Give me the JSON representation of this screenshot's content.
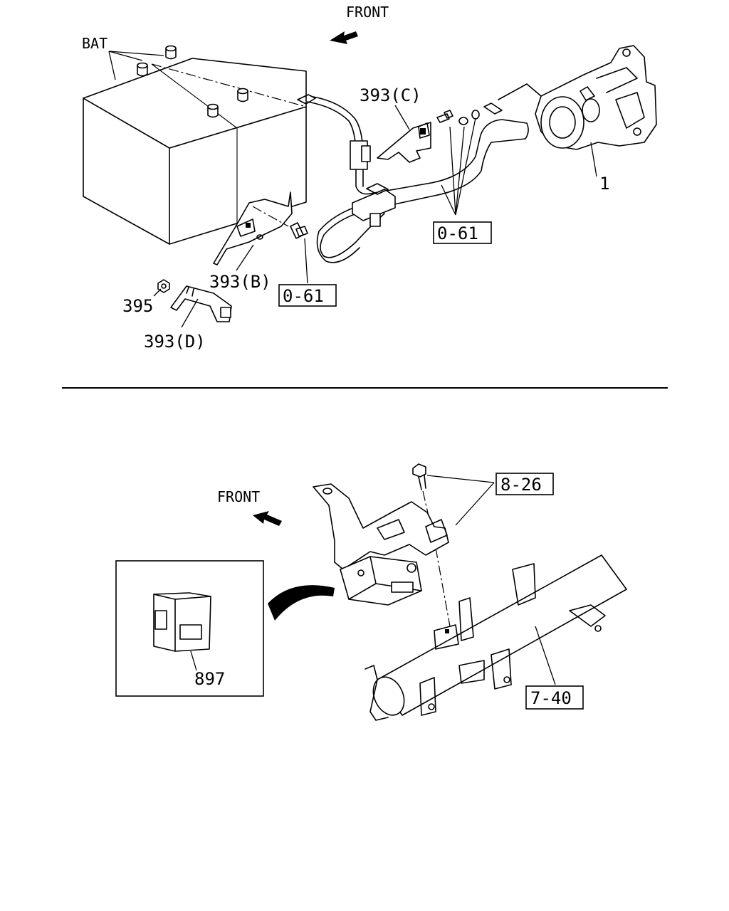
{
  "top_section": {
    "front_label": "FRONT",
    "labels": {
      "battery": "BAT",
      "bracket_c": "393(C)",
      "bracket_b": "393(B)",
      "bracket_d": "393(D)",
      "nut": "395",
      "starter": "1"
    },
    "ref_boxes": {
      "upper_right": "0-61",
      "lower_left": "0-61"
    }
  },
  "bottom_section": {
    "front_label": "FRONT",
    "labels": {
      "control_unit": "897"
    },
    "ref_boxes": {
      "bolt_ref": "8-26",
      "crossmember_ref": "7-40"
    }
  }
}
